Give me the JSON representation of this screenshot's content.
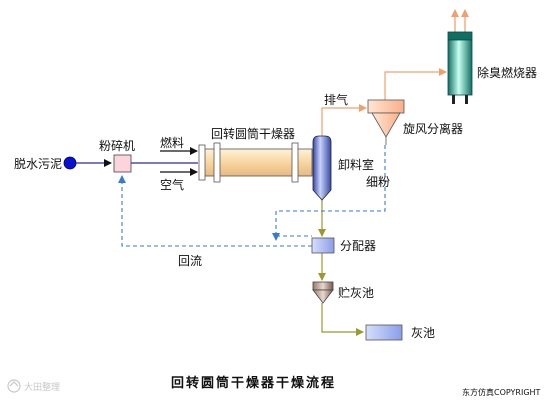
{
  "title": "回转圆筒干燥器干燥流程",
  "copyright": "东方仿真COPYRIGHT",
  "watermark": "大田整理",
  "labels": {
    "sludge": "脱水污泥",
    "crusher": "粉碎机",
    "fuel": "燃料",
    "air": "空气",
    "dryer": "回转圆筒干燥器",
    "discharge": "卸料室",
    "exhaust": "排气",
    "cyclone": "旋风分离器",
    "deodorizer": "除臭燃烧器",
    "fines": "细粉",
    "distributor": "分配器",
    "return": "回流",
    "ash_bin": "贮灰池",
    "ash_pool": "灰池"
  },
  "colors": {
    "flow": "#2a2a9a",
    "exhaust_flow": "#f0a070",
    "material_flow": "#9a9a30",
    "recycle_flow": "#3a7ad0",
    "equipment_blue": "#a8b8f0",
    "dryer": "#f8dcb0",
    "cyclone": "#ffd2b4",
    "deodorizer": "#20a090",
    "feed_dot": "#0a10d0"
  }
}
